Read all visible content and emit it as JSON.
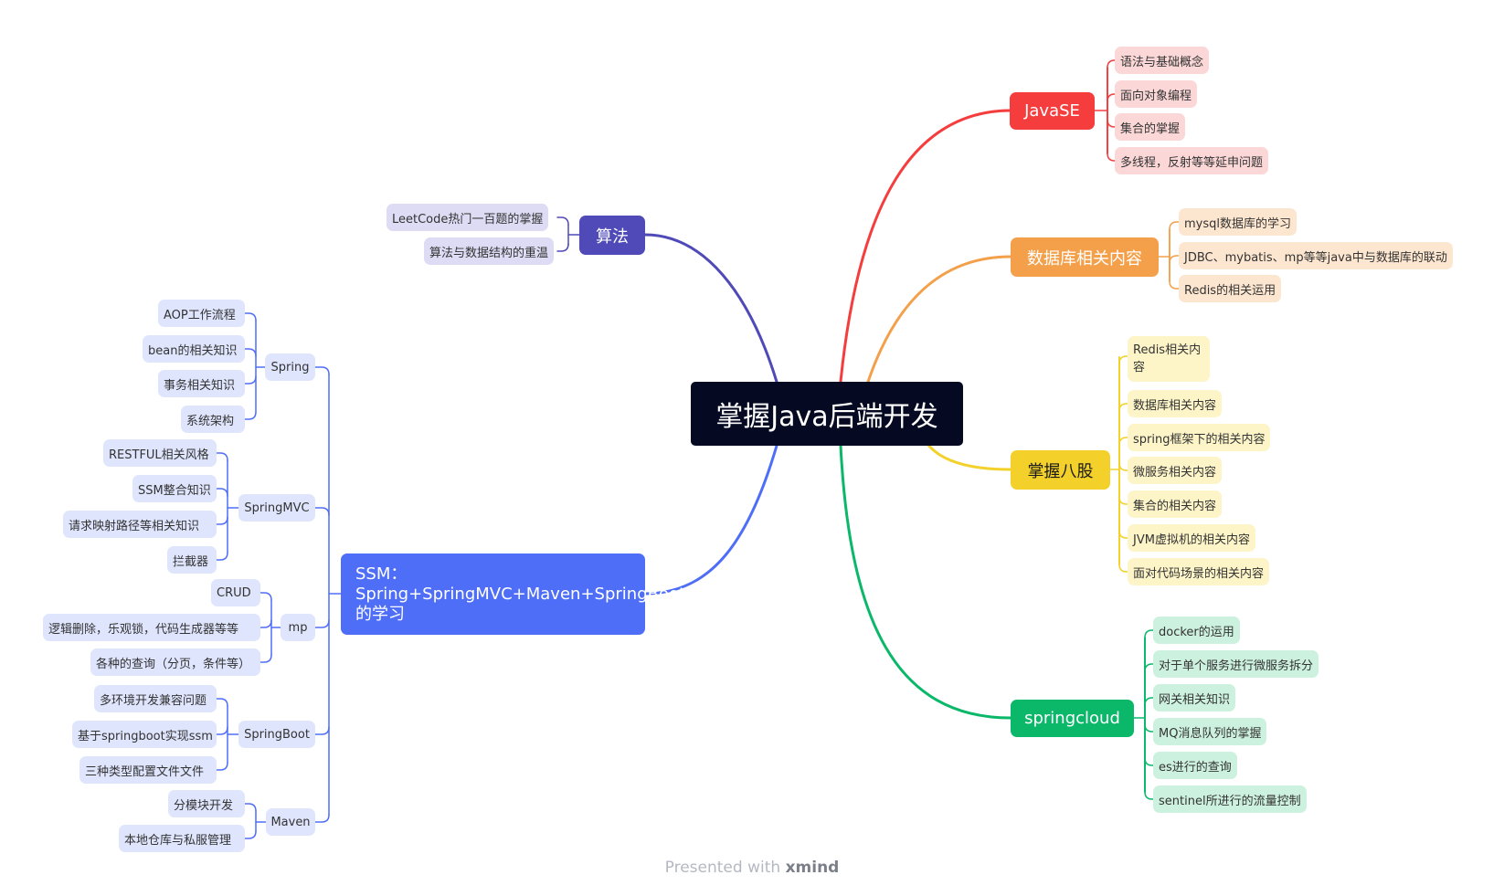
{
  "central": {
    "title": "掌握Java后端开发"
  },
  "branches": {
    "javase": {
      "title": "JavaSE",
      "color": "#f53d3d",
      "light": "#fbd7d7",
      "items": [
        "语法与基础概念",
        "面向对象编程",
        "集合的掌握",
        "多线程，反射等等延申问题"
      ]
    },
    "database": {
      "title": "数据库相关内容",
      "color": "#f4a04a",
      "light": "#fde6cf",
      "items": [
        "mysql数据库的学习",
        "JDBC、mybatis、mp等等java中与数据库的联动",
        "Redis的相关运用"
      ]
    },
    "bagu": {
      "title": "掌握八股",
      "color": "#f3d12a",
      "light": "#fdf5c8",
      "items": [
        "Redis相关内容",
        "数据库相关内容",
        "spring框架下的相关内容",
        "微服务相关内容",
        "集合的相关内容",
        "JVM虚拟机的相关内容",
        "面对代码场景的相关内容"
      ]
    },
    "springcloud": {
      "title": "springcloud",
      "color": "#0bb86a",
      "light": "#cdf1df",
      "items": [
        "docker的运用",
        "对于单个服务进行微服务拆分",
        "网关相关知识",
        "MQ消息队列的掌握",
        "es进行的查询",
        "sentinel所进行的流量控制"
      ]
    },
    "algorithm": {
      "title": "算法",
      "color": "#4f4ab8",
      "light": "#dddcf4",
      "items": [
        "LeetCode热门一百题的掌握",
        "算法与数据结构的重温"
      ]
    },
    "ssm": {
      "title": "SSM：Spring+SpringMVC+Maven+SpringBoot+mp的学习",
      "color": "#4f6ef7",
      "light": "#dfe5fd",
      "groups": [
        {
          "name": "Spring",
          "items": [
            "AOP工作流程",
            "bean的相关知识",
            "事务相关知识",
            "系统架构"
          ]
        },
        {
          "name": "SpringMVC",
          "items": [
            "RESTFUL相关风格",
            "SSM整合知识",
            "请求映射路径等相关知识",
            "拦截器"
          ]
        },
        {
          "name": "mp",
          "items": [
            "CRUD",
            "逻辑删除，乐观锁，代码生成器等等",
            "各种的查询（分页，条件等）"
          ]
        },
        {
          "name": "SpringBoot",
          "items": [
            "多环境开发兼容问题",
            "基于springboot实现ssm",
            "三种类型配置文件文件"
          ]
        },
        {
          "name": "Maven",
          "items": [
            "分模块开发",
            "本地仓库与私服管理"
          ]
        }
      ]
    }
  },
  "footer": {
    "prefix": "Presented with ",
    "brand": "xmind"
  }
}
